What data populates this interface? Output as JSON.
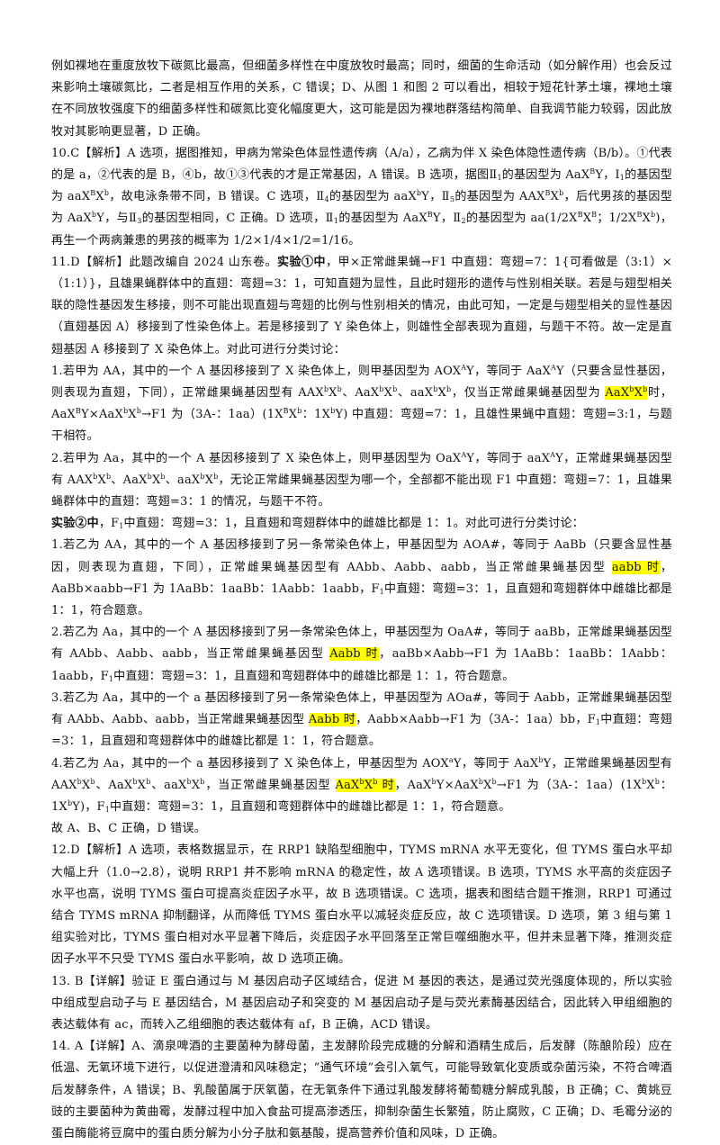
{
  "accent_colors": {
    "highlight": "#ffff00"
  },
  "paragraphs": [
    "例如裸地在重度放牧下碳氮比最高，但细菌多样性在中度放牧时最高；同时，细菌的生命活动（如分解作用）也会反过来影响土壤碳氮比，二者是相互作用的关系，C 错误；D、从图 1 和图 2 可以看出，相较于短花针茅土壤，裸地土壤在不同放牧强度下的细菌多样性和碳氮比变化幅度更大，这可能是因为裸地群落结构简单、自我调节能力较弱，因此放牧对其影响更显著，D 正确。",
    "10.C【解析】A 选项，据图推知，甲病为常染色体显性遗传病（A/a），乙病为伴 X 染色体隐性遗传病（B/b）。①代表的是 a，②代表的是 B，④b，故①③代表的才是正常基因，A 错误。B 选项，据图Ⅱ<sub>1</sub>的基因型为 AaX<sup>B</sup>Y，Ⅰ<sub>1</sub>的基因型为 aaX<sup>B</sup>X<sup>b</sup>，故电泳条带不同，B 错误。C 选项，Ⅱ<sub>4</sub>的基因型为 aaX<sup>b</sup>Y，Ⅱ<sub>5</sub>的基因型为 AAX<sup>B</sup>X<sup>b</sup>，后代男孩的基因型为 AaX<sup>b</sup>Y，与Ⅱ<sub>3</sub>的基因型相同，C 正确。D 选项，Ⅱ<sub>1</sub>的基因型为 AaX<sup>B</sup>Y，Ⅱ<sub>2</sub>的基因型为 aa(1/2X<sup>B</sup>X<sup>B</sup>；1/2X<sup>B</sup>X<sup>b</sup>)，再生一个两病兼患的男孩的概率为 1/2×1/4×1/2=1/16。",
    "11.D【解析】此题改编自 2024 山东卷。<span class=\"b\">实验①中</span>，甲×正常雌果蝇→F1 中直翅：弯翅=7：1{可看做是（3:1）×（1:1）}，且雄果蝇群体中的直翅：弯翅=3：1，可知直翅为显性，且此时翅形的遗传与性别相关联。若是与翅型相关联的隐性基因发生移接，则不可能出现直翅与弯翅的比例与性别相关的情况，由此可知，一定是与翅型相关的显性基因（直翅基因 A）移接到了性染色体上。若是移接到了 Y 染色体上，则雄性全部表现为直翅，与题干不符。故一定是直翅基因 A 移接到了 X 染色体上。对此可进行分类讨论：",
    "1.若甲为 AA，其中的一个 A 基因移接到了 X 染色体上，则甲基因型为 AOX<sup>A</sup>Y，等同于 AaX<sup>A</sup>Y（只要含显性基因，则表现为直翅，下同），正常雌果蝇基因型有 AAX<sup>b</sup>X<sup>b</sup>、AaX<sup>b</sup>X<sup>b</sup>、aaX<sup>b</sup>X<sup>b</sup>，仅当正常雌果蝇基因型为 <span class=\"hl\">AaX<sup>b</sup>X<sup>b</sup></span>时，AaX<sup>B</sup>Y×AaX<sup>b</sup>X<sup>b</sup>→F1 为（3A-：1aa）(1X<sup>B</sup>X<sup>b</sup>：1X<sup>b</sup>Y) 中直翅：弯翅=7：1，且雄性果蝇中直翅：弯翅=3:1，与题干相符。",
    "2.若甲为 Aa，其中的一个 A 基因移接到了 X 染色体上，则甲基因型为 OaX<sup>A</sup>Y，等同于 aaX<sup>A</sup>Y，正常雌果蝇基因型有 AAX<sup>b</sup>X<sup>b</sup>、AaX<sup>b</sup>X<sup>b</sup>、aaX<sup>b</sup>X<sup>b</sup>，无论正常雌果蝇基因型为哪一个，全部都不能出现 F1 中直翅：弯翅=7：1，且雄果蝇群体中的直翅：弯翅=3：1 的情况，与题干不符。",
    "<span class=\"b\">实验②中</span>，F<sub>1</sub>中直翅：弯翅=3：1，且直翅和弯翅群体中的雌雄比都是 1：1。对此可进行分类讨论：",
    "1.若乙为 AA，其中的一个 A 基因移接到了另一条常染色体上，甲基因型为 AOA#，等同于 AaBb（只要含显性基因，则表现为直翅，下同），正常雌果蝇基因型有 AAbb、Aabb、aabb，当正常雌果蝇基因型 <span class=\"hl\">aabb 时</span>，AaBb×aabb→F1 为 1AaBb：1aaBb：1Aabb：1aabb，F<sub>1</sub>中直翅：弯翅=3：1，且直翅和弯翅群体中雌雄比都是 1：1，符合题意。",
    "2.若乙为 Aa，其中的一个 A 基因移接到了另一条常染色体上，甲基因型为 OaA#，等同于 aaBb，正常雌果蝇基因型有 AAbb、Aabb、aabb，当正常雌果蝇基因型 <span class=\"hl\">Aabb 时</span>，aaBb×Aabb→F1 为 1AaBb：1aaBb：1Aabb：1aabb，F<sub>1</sub>中直翅：弯翅=3：1，且直翅和弯翅群体中的雌雄比都是 1：1，符合题意。",
    "3.若乙为 Aa，其中的一个 a 基因移接到了另一条常染色体上，甲基因型为 AOa#，等同于 Aabb，正常雌果蝇基因型有 AAbb、Aabb、aabb，当正常雌果蝇基因型 <span class=\"hl\">Aabb 时</span>，Aabb×Aabb→F1 为（3A-：1aa）bb，F<sub>1</sub>中直翅：弯翅=3：1，且直翅和弯翅群体中的雌雄比都是 1：1，符合题意。",
    "4.若乙为 Aa，其中的一个 a 基因移接到了 X 染色体上，甲基因型为 AOX<sup>a</sup>Y，等同于 AaX<sup>b</sup>Y，正常雌果蝇基因型有 AAX<sup>b</sup>X<sup>b</sup>、AaX<sup>b</sup>X<sup>b</sup>、aaX<sup>b</sup>X<sup>b</sup>，当正常雌果蝇基因型 <span class=\"hl\">AaX<sup>b</sup>X<sup>b</sup> 时</span>，AaX<sup>b</sup>Y×AaX<sup>b</sup>X<sup>b</sup>→F1 为（3A-：1aa）(1X<sup>b</sup>X<sup>b</sup>：1X<sup>b</sup>Y)，F<sub>1</sub>中直翅：弯翅=3：1，且直翅和弯翅群体中的雌雄比都是 1：1，符合题意。",
    "故 A、B、C 正确，D 错误。",
    "12.D【解析】A 选项，表格数据显示，在 RRP1 缺陷型细胞中，TYMS mRNA 水平无变化，但 TYMS 蛋白水平却大幅上升（1.0→2.8），说明 RRP1 并不影响 mRNA 的稳定性，故 A 选项错误。B 选项，TYMS 水平高的炎症因子水平也高，说明 TYMS 蛋白可提高炎症因子水平，故 B 选项错误。C 选项，据表和图结合题干推测，RRP1 可通过结合 TYMS mRNA 抑制翻译，从而降低 TYMS 蛋白水平以减轻炎症反应，故 C 选项错误。D 选项，第 3 组与第 1 组实验对比，TYMS 蛋白相对水平显著下降后，炎症因子水平回落至正常巨噬细胞水平，但并未显著下降，推测炎症因子水平不只受 TYMS 蛋白水平影响，故 D 选项正确。",
    "13. B【详解】验证 E 蛋白通过与 M 基因启动子区域结合，促进 M 基因的表达，是通过荧光强度体现的，所以实验中组成型启动子与 E 基因结合，M 基因启动子和突变的 M 基因启动子是与荧光素酶基因结合，因此转入甲组细胞的表达载体有 ac，而转入乙组细胞的表达载体有 af，B 正确，ACD 错误。",
    "14. A【详解】A、滴泉啤酒的主要菌种为酵母菌，主发酵阶段完成糖的分解和酒精生成后，后发酵（陈酿阶段）应在低温、无氧环境下进行，以促进澄清和风味稳定；“通气环境”会引入氧气，可能导致氧化变质或杂菌污染，不符合啤酒后发酵条件，A 错误；B、乳酸菌属于厌氧菌，在无氧条件下通过乳酸发酵将葡萄糖分解成乳酸，B 正确；C、黄姚豆豉的主要菌种为黄曲霉，发酵过程中加入食盐可提高渗透压，抑制杂菌生长繁殖，防止腐败，C 正确；D、毛霉分泌的蛋白酶能将豆腐中的蛋白质分解为小分子肽和氨基酸，提高营养价值和风味，D 正确。"
  ]
}
